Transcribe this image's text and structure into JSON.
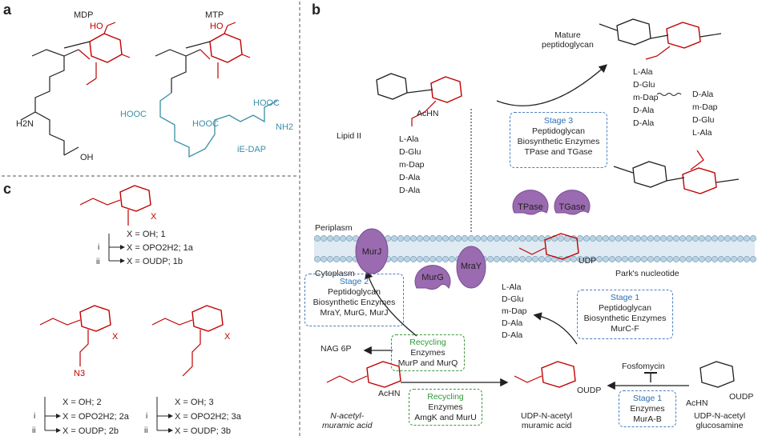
{
  "panels": {
    "a": "a",
    "b": "b",
    "c": "c"
  },
  "panel_a": {
    "mdp_label": "MDP",
    "mtp_label": "MTP",
    "h2n": "H2N",
    "oh": "OH",
    "hooc1": "HOOC",
    "hooc2": "HOOC",
    "hooc3": "HOOC",
    "nh2": "NH2",
    "ie_dap": "iE-DAP",
    "h_ho": "HO",
    "ho_ring": "HO"
  },
  "panel_b": {
    "mature_pg": [
      "Mature",
      "peptidoglycan"
    ],
    "lipid_ii": "Lipid II",
    "periplasm": "Periplasm",
    "cytoplasm": "Cytoplasm",
    "parks_nucleotide": "Park's nucleotide",
    "udp_label": "UDP",
    "oudp_label": "OUDP",
    "nag6p": "NAG 6P",
    "fosfomycin": "Fosfomycin",
    "lipid_peptide": [
      "L-Ala",
      "D-Glu",
      "m-Dap",
      "D-Ala",
      "D-Ala"
    ],
    "mature_peptide_left": [
      "L-Ala",
      "D-Glu",
      "m-Dap",
      "D-Ala",
      "D-Ala"
    ],
    "mature_peptide_right": [
      "D-Ala",
      "m-Dap",
      "D-Glu",
      "L-Ala"
    ],
    "park_peptide": [
      "L-Ala",
      "D-Glu",
      "m-Dap",
      "D-Ala",
      "D-Ala"
    ],
    "enzymes_membrane": [
      "MurJ",
      "MurG",
      "MraY",
      "TPase",
      "TGase"
    ],
    "stage3": {
      "title": "Stage 3",
      "lines": [
        "Peptidoglycan",
        "Biosynthetic Enzymes",
        "TPase and TGase"
      ]
    },
    "stage2": {
      "title": "Stage 2",
      "lines": [
        "Peptidoglycan",
        "Biosynthetic Enzymes",
        "MraY, MurG, MurJ"
      ]
    },
    "stage1a": {
      "title": "Stage 1",
      "lines": [
        "Peptidoglycan",
        "Biosynthetic Enzymes",
        "MurC-F"
      ]
    },
    "stage1b": {
      "title": "Stage 1",
      "lines": [
        "Enzymes",
        "MurA-B"
      ]
    },
    "recycling1": {
      "title": "Recycling",
      "lines": [
        "Enzymes",
        "MurP and MurQ"
      ]
    },
    "recycling2": {
      "title": "Recycling",
      "lines": [
        "Enzymes",
        "AmgK and MurU"
      ]
    },
    "nam_label": [
      "N-acetyl-",
      "muramic acid"
    ],
    "udp_nam_label": [
      "UDP-N-acetyl",
      "muramic acid"
    ],
    "udp_nag_label": [
      "UDP-N-acetyl",
      "glucosamine"
    ],
    "achn": "AcHN"
  },
  "panel_c": {
    "x": "X",
    "compound1": [
      "X = OH; 1",
      "X = OPO2H2; 1a",
      "X = OUDP; 1b"
    ],
    "compound2": [
      "X = OH; 2",
      "X = OPO2H2; 2a",
      "X = OUDP; 2b"
    ],
    "compound3": [
      "X = OH; 3",
      "X = OPO2H2; 3a",
      "X = OUDP; 3b"
    ],
    "step_i": "i",
    "step_ii": "ii",
    "n3": "N3"
  },
  "colors": {
    "red": "#c00000",
    "teal": "#3a8fa8",
    "enzyme": "#9a6bb0",
    "membrane": "#8fb4cc",
    "stage_blue": "#4a7fc1",
    "recycle_green": "#3a9a3a"
  }
}
